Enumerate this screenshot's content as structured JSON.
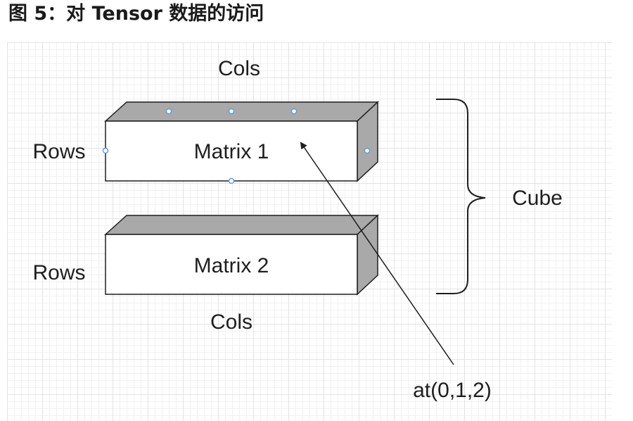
{
  "caption": "图 5：对 Tensor 数据的访问",
  "diagram": {
    "matrix1_label": "Matrix 1",
    "matrix2_label": "Matrix 2",
    "cols_top": "Cols",
    "cols_bottom": "Cols",
    "rows_top": "Rows",
    "rows_bottom": "Rows",
    "cube_label": "Cube",
    "access_label": "at(0,1,2)"
  },
  "colors": {
    "box_face": "#ffffff",
    "box_side": "#a9a9a9",
    "stroke": "#1e1e1e",
    "handle": "#5b9bd5"
  }
}
